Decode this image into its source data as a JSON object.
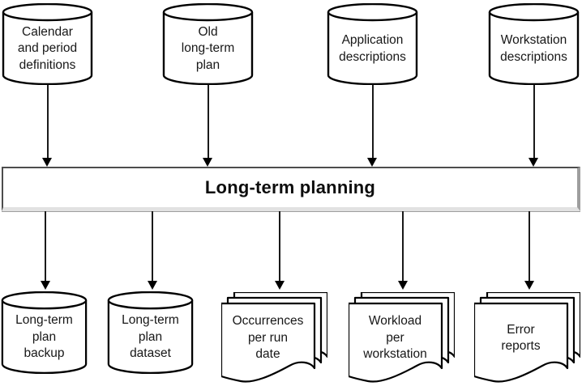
{
  "diagram": {
    "process": {
      "title": "Long-term planning"
    },
    "inputs": [
      {
        "id": "calendar-period-definitions",
        "type": "database",
        "label": "Calendar\nand period\ndefinitions"
      },
      {
        "id": "old-long-term-plan",
        "type": "database",
        "label": "Old\nlong-term\nplan"
      },
      {
        "id": "application-descriptions",
        "type": "database",
        "label": "Application\ndescriptions"
      },
      {
        "id": "workstation-descriptions",
        "type": "database",
        "label": "Workstation\ndescriptions"
      }
    ],
    "outputs": [
      {
        "id": "long-term-plan-backup",
        "type": "database",
        "label": "Long-term\nplan\nbackup"
      },
      {
        "id": "long-term-plan-dataset",
        "type": "database",
        "label": "Long-term\nplan\ndataset"
      },
      {
        "id": "occurrences-per-run-date",
        "type": "report",
        "label": "Occurrences\nper run\ndate"
      },
      {
        "id": "workload-per-workstation",
        "type": "report",
        "label": "Workload\nper\nworkstation"
      },
      {
        "id": "error-reports",
        "type": "report",
        "label": "Error\nreports"
      }
    ],
    "colors": {
      "background": "#ffffff",
      "shape_fill": "#ffffff",
      "shape_stroke": "#000000",
      "box_border_dark": "#4d4d4d",
      "box_border_gray": "#9e9e9e",
      "box_border_light": "#e2e2e2"
    }
  }
}
